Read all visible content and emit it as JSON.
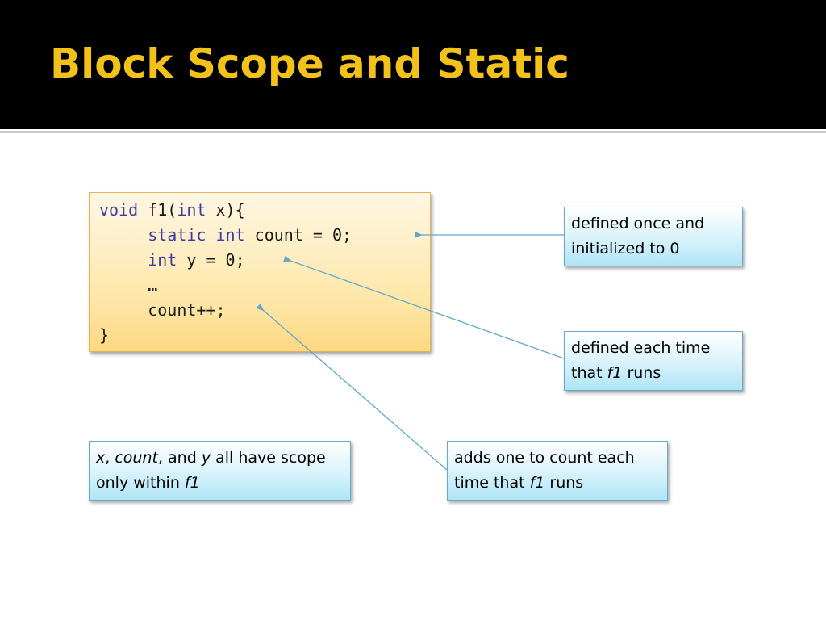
{
  "slide": {
    "title": "Block Scope and Static"
  },
  "code": {
    "lines": [
      [
        {
          "t": "void",
          "k": true
        },
        {
          "t": " f1(",
          "k": false
        },
        {
          "t": "int",
          "k": true
        },
        {
          "t": " x){",
          "k": false
        }
      ],
      [
        {
          "t": "     ",
          "k": false
        },
        {
          "t": "static",
          "k": true
        },
        {
          "t": " ",
          "k": false
        },
        {
          "t": "int",
          "k": true
        },
        {
          "t": " count = 0;",
          "k": false
        }
      ],
      [
        {
          "t": "     ",
          "k": false
        },
        {
          "t": "int",
          "k": true
        },
        {
          "t": " y = 0;",
          "k": false
        }
      ],
      [
        {
          "t": "     …",
          "k": false
        }
      ],
      [
        {
          "t": "     count++;",
          "k": false
        }
      ],
      [
        {
          "t": "}",
          "k": false
        }
      ]
    ]
  },
  "callouts": {
    "static_note": {
      "line1": "defined once and",
      "line2": "initialized to 0"
    },
    "local_note": {
      "line1": "defined each time",
      "line2_pre": "that ",
      "line2_em": "f1",
      "line2_post": " runs"
    },
    "scope_note": {
      "em1": "x",
      "t1": ", ",
      "em2": "count",
      "t2": ", and ",
      "em3": "y",
      "t3": " all have scope",
      "line2_pre": "only within ",
      "line2_em": "f1"
    },
    "increment_note": {
      "line1": "adds one to count each",
      "line2_pre": "time that ",
      "line2_em": "f1",
      "line2_post": " runs"
    }
  },
  "colors": {
    "title": "#f2c21a",
    "keyword": "#3a3aa8",
    "arrow": "#5fa8c8"
  }
}
